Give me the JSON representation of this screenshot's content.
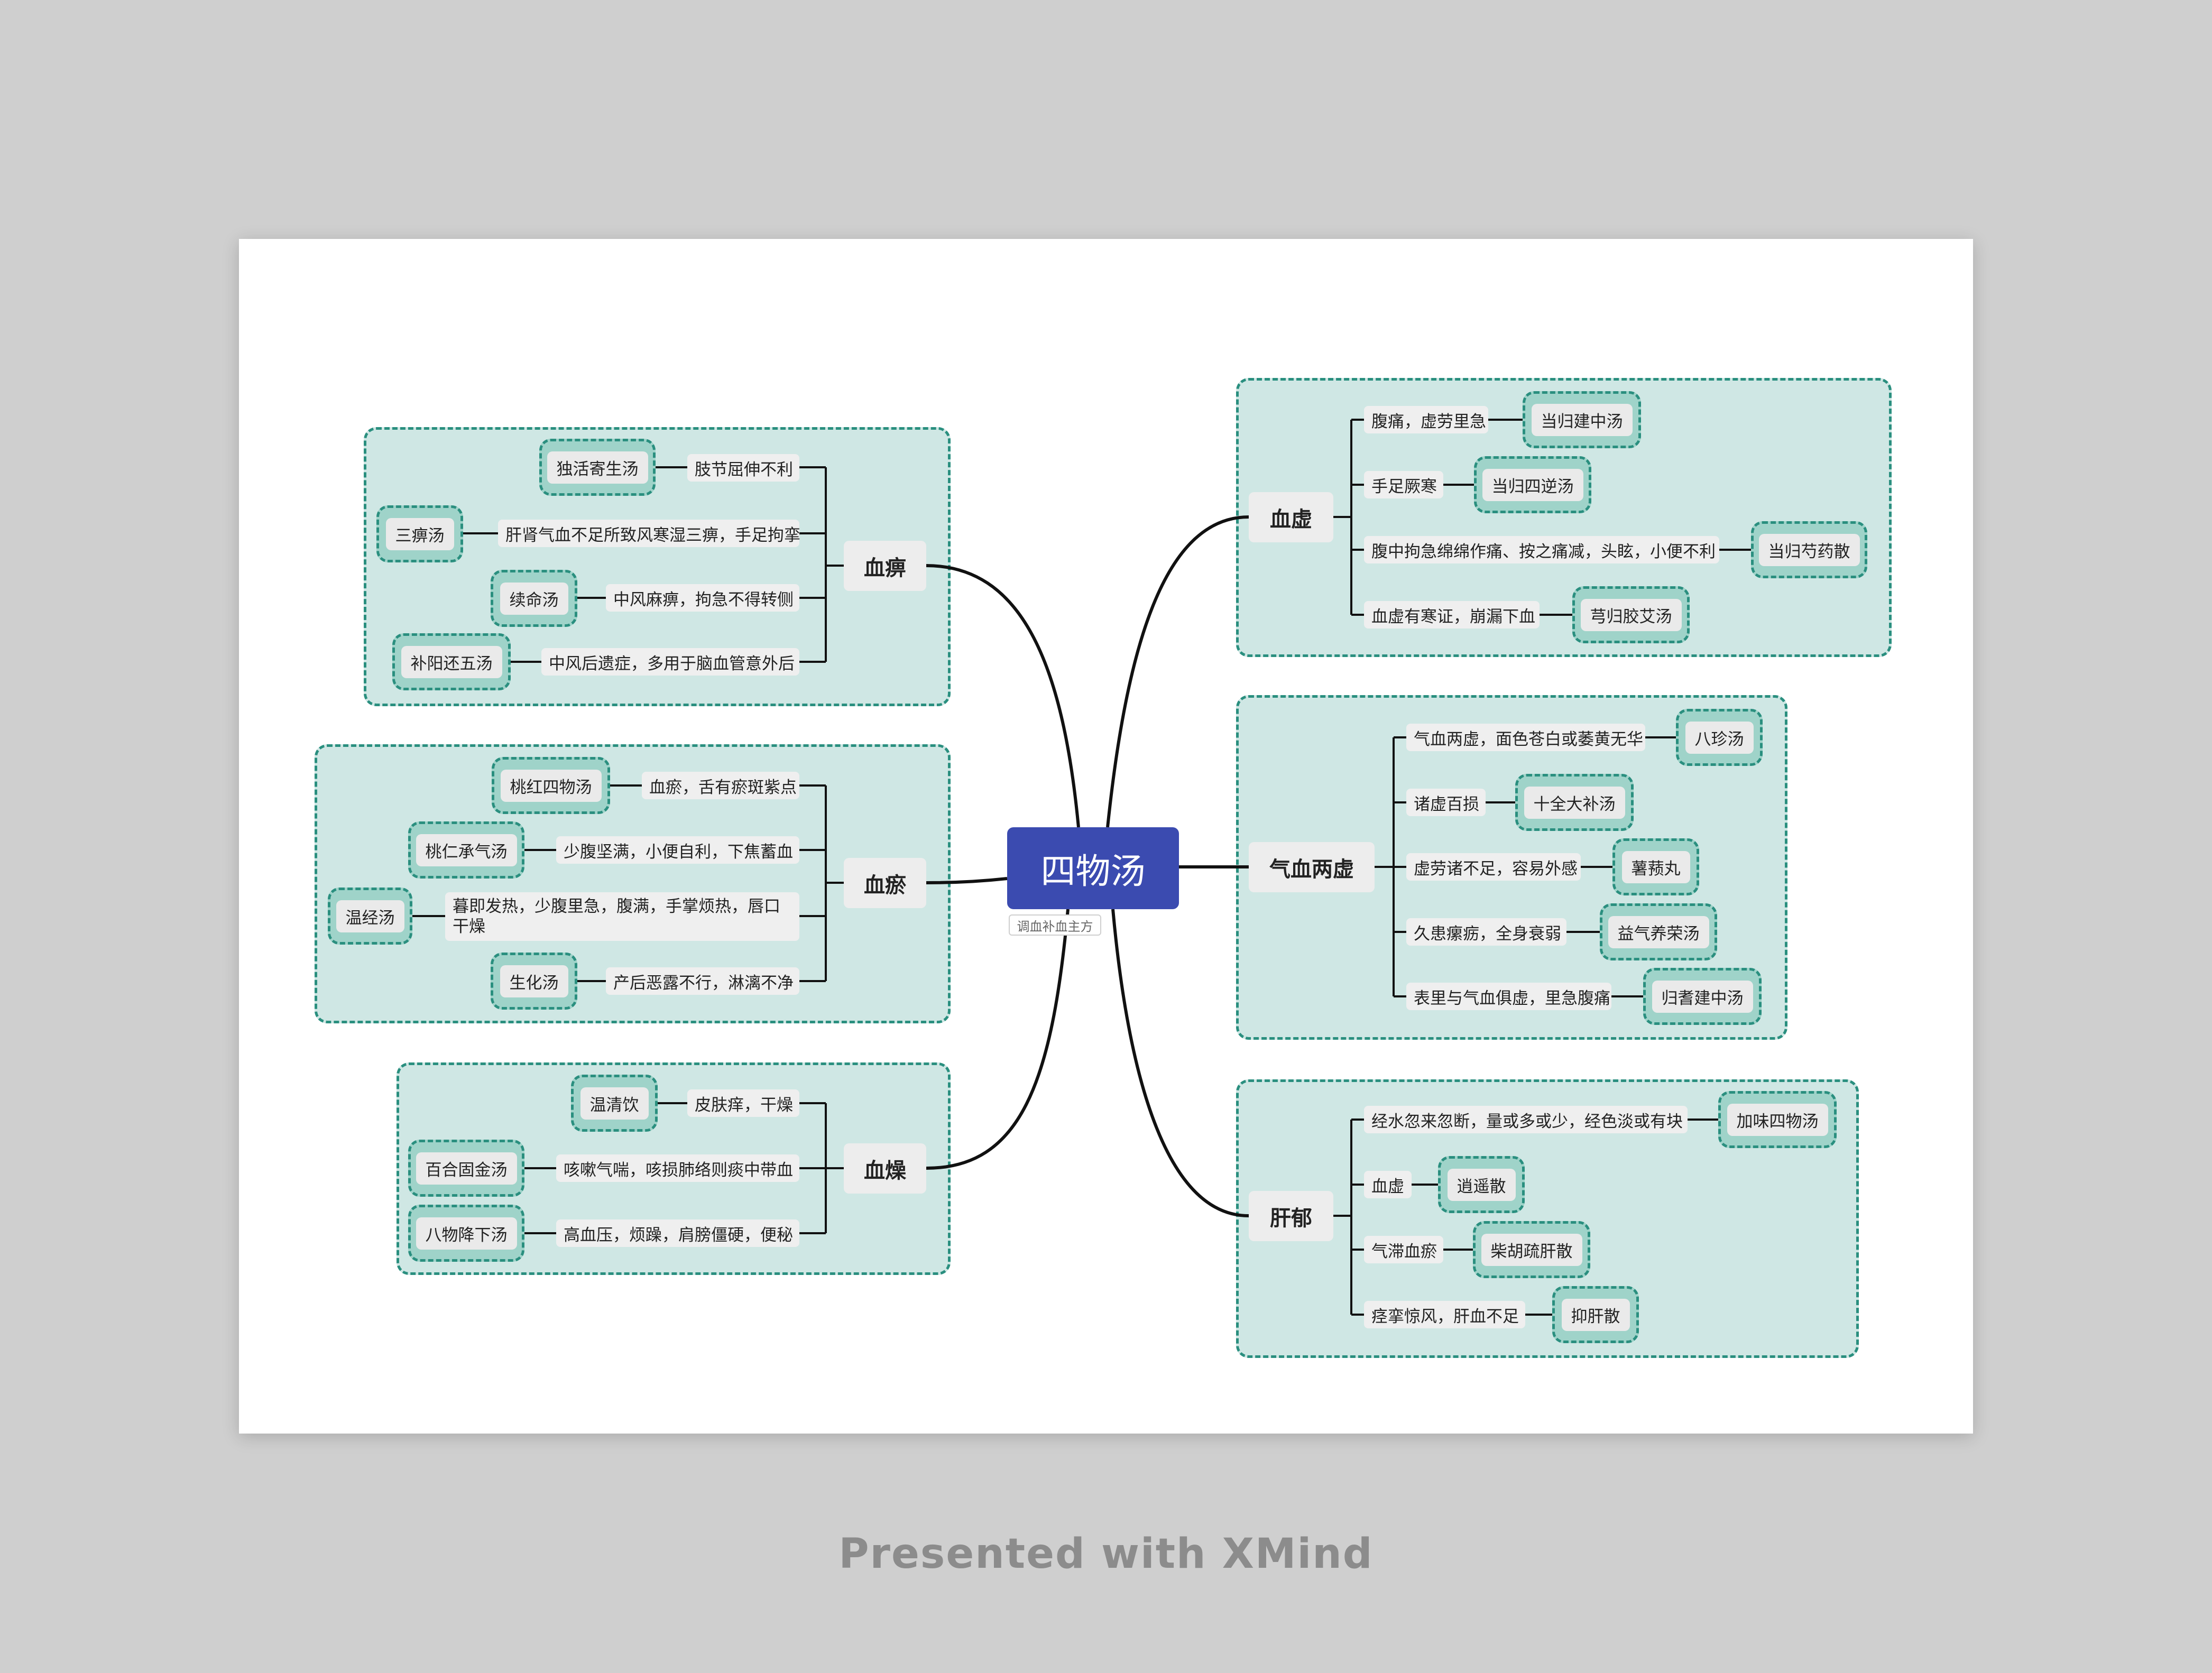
{
  "central": {
    "title": "四物汤",
    "label": "调血补血主方"
  },
  "footer": "Presented with XMind",
  "branches": [
    {
      "id": "b1",
      "name": "血痹",
      "items": [
        {
          "text": "肢节屈伸不利",
          "formula": "独活寄生汤"
        },
        {
          "text": "肝肾气血不足所致风寒湿三痹，手足拘挛",
          "formula": "三痹汤"
        },
        {
          "text": "中风麻痹，拘急不得转侧",
          "formula": "续命汤"
        },
        {
          "text": "中风后遗症，多用于脑血管意外后",
          "formula": "补阳还五汤"
        }
      ]
    },
    {
      "id": "b2",
      "name": "血瘀",
      "items": [
        {
          "text": "血瘀，舌有瘀斑紫点",
          "formula": "桃红四物汤"
        },
        {
          "text": "少腹坚满，小便自利，下焦蓄血",
          "formula": "桃仁承气汤"
        },
        {
          "text": "暮即发热，少腹里急，腹满，手掌烦热，唇口干燥",
          "formula": "温经汤"
        },
        {
          "text": "产后恶露不行，淋漓不净",
          "formula": "生化汤"
        }
      ]
    },
    {
      "id": "b3",
      "name": "血燥",
      "items": [
        {
          "text": "皮肤痒，干燥",
          "formula": "温清饮"
        },
        {
          "text": "咳嗽气喘，咳损肺络则痰中带血",
          "formula": "百合固金汤"
        },
        {
          "text": "高血压，烦躁，肩膀僵硬，便秘",
          "formula": "八物降下汤"
        }
      ]
    },
    {
      "id": "b4",
      "name": "血虚",
      "items": [
        {
          "text": "腹痛，虚劳里急",
          "formula": "当归建中汤"
        },
        {
          "text": "手足厥寒",
          "formula": "当归四逆汤"
        },
        {
          "text": "腹中拘急绵绵作痛、按之痛减，头眩，小便不利",
          "formula": "当归芍药散"
        },
        {
          "text": "血虚有寒证，崩漏下血",
          "formula": "芎归胶艾汤"
        }
      ]
    },
    {
      "id": "b5",
      "name": "气血两虚",
      "items": [
        {
          "text": "气血两虚，面色苍白或萎黄无华",
          "formula": "八珍汤"
        },
        {
          "text": "诸虚百损",
          "formula": "十全大补汤"
        },
        {
          "text": "虚劳诸不足，容易外感",
          "formula": "薯蓣丸"
        },
        {
          "text": "久患瘰疬，全身衰弱",
          "formula": "益气养荣汤"
        },
        {
          "text": "表里与气血俱虚，里急腹痛",
          "formula": "归耆建中汤"
        }
      ]
    },
    {
      "id": "b6",
      "name": "肝郁",
      "items": [
        {
          "text": "经水忽来忽断，量或多或少，经色淡或有块",
          "formula": "加味四物汤"
        },
        {
          "text": "血虚",
          "formula": "逍遥散"
        },
        {
          "text": "气滞血瘀",
          "formula": "柴胡疏肝散"
        },
        {
          "text": "痉挛惊风，肝血不足",
          "formula": "抑肝散"
        }
      ]
    }
  ]
}
